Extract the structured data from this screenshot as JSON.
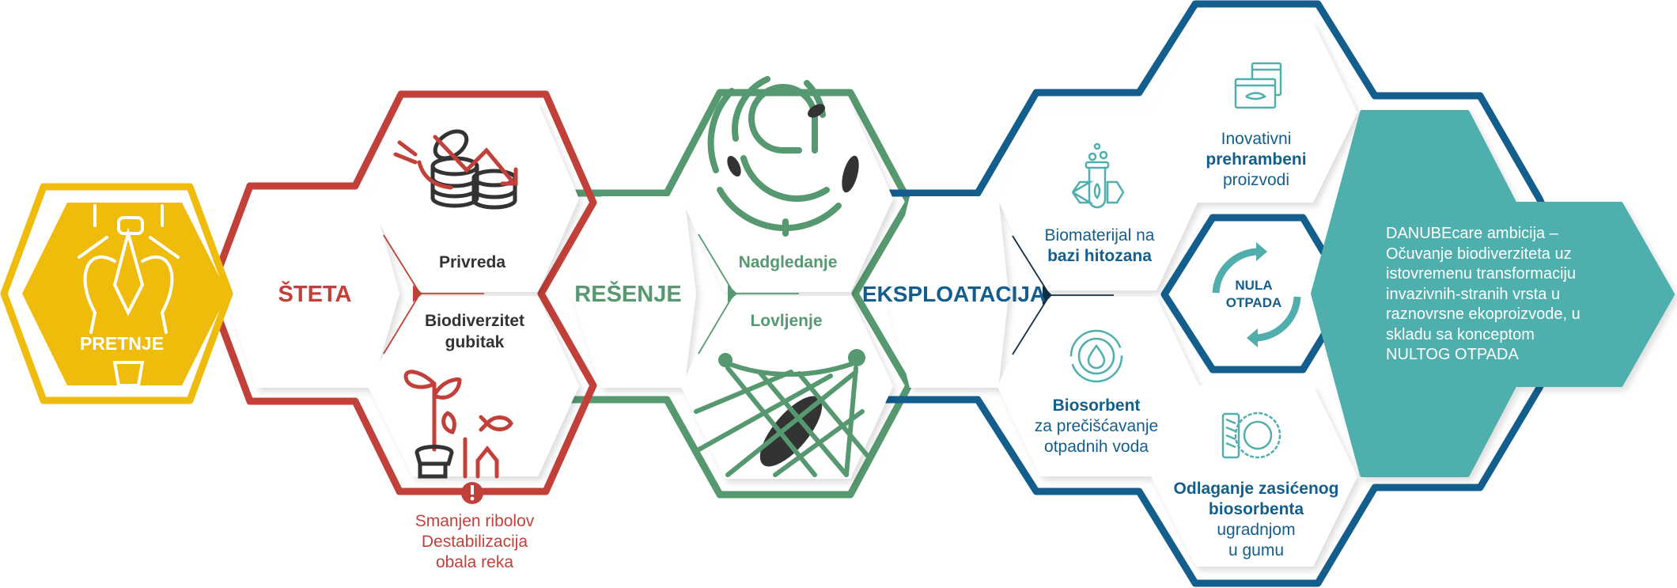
{
  "colors": {
    "threat": "#f0bc0c",
    "damage": "#c2403a",
    "solution": "#56986f",
    "exploitation": "#135e8c",
    "ambition": "#50afad",
    "dark": "#333333"
  },
  "threats": {
    "label": "PRETNJE",
    "icon": "crayfish-icon"
  },
  "damage": {
    "label": "ŠTETA",
    "economy": {
      "label": "Privreda",
      "icon": "falling-coins-icon"
    },
    "biodiversity": {
      "line1": "Biodiverzitet",
      "line2": "gubitak",
      "icon": "sprout-fish-icon"
    },
    "warning_icon": "exclamation-icon",
    "consequences": [
      "Smanjen ribolov",
      "Destabilizacija",
      "obala reka"
    ]
  },
  "solution": {
    "label": "REŠENJE",
    "monitoring": {
      "label": "Nadgledanje",
      "icon": "target-icon"
    },
    "catching": {
      "label": "Lovljenje",
      "icon": "net-icon"
    }
  },
  "exploitation": {
    "label": "EKSPLOATACIJA",
    "biomaterial": {
      "line1": "Biomaterijal na",
      "line2": "bazi hitozana",
      "icon": "flask-icon"
    },
    "biosorbent": {
      "line1": "Biosorbent",
      "line2": "za prečišćavanje",
      "line3": "otpadnih voda",
      "icon": "water-drop-cycle-icon"
    },
    "food": {
      "line1": "Inovativni",
      "line2": "prehrambeni",
      "line3": "proizvodi",
      "icon": "cans-icon"
    },
    "disposal": {
      "line1": "Odlaganje zasićenog",
      "line2": "biosorbenta",
      "line3": "ugradnjom",
      "line4": "u gumu",
      "icon": "tire-icon"
    },
    "zero_waste": {
      "line1": "NULA",
      "line2": "OTPADA",
      "icon": "recycle-arrows-icon"
    }
  },
  "ambition": {
    "lines": [
      "DANUBEcare ambicija –",
      "Očuvanje biodiverziteta uz",
      "istovremenu transformaciju",
      "invazivnih-stranih vrsta u",
      "raznovrsne ekoproizvode, u",
      "skladu sa konceptom",
      "NULTOG OTPADA"
    ]
  }
}
